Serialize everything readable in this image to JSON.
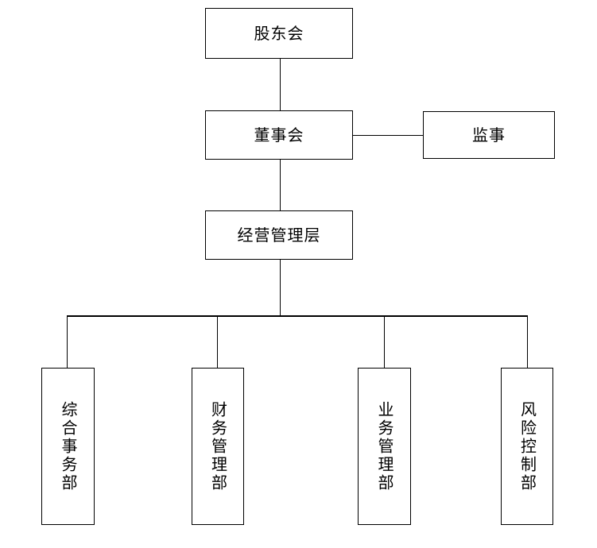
{
  "diagram": {
    "type": "organizational-chart",
    "title": "",
    "background_color": "#ffffff",
    "line_color": "#000000",
    "text_color": "#000000",
    "levels": [
      {
        "level": 1,
        "nodes": [
          {
            "id": "shareholders",
            "label": "股东会",
            "orientation": "horizontal"
          }
        ]
      },
      {
        "level": 2,
        "nodes": [
          {
            "id": "board",
            "label": "董事会",
            "orientation": "horizontal"
          },
          {
            "id": "supervisor",
            "label": "监事",
            "orientation": "horizontal"
          }
        ]
      },
      {
        "level": 3,
        "nodes": [
          {
            "id": "management",
            "label": "经营管理层",
            "orientation": "horizontal"
          }
        ]
      },
      {
        "level": 4,
        "nodes": [
          {
            "id": "dept-0",
            "label": "综合事务部",
            "orientation": "vertical"
          },
          {
            "id": "dept-1",
            "label": "财务管理部",
            "orientation": "vertical"
          },
          {
            "id": "dept-2",
            "label": "业务管理部",
            "orientation": "vertical"
          },
          {
            "id": "dept-3",
            "label": "风险控制部",
            "orientation": "vertical"
          }
        ]
      }
    ],
    "edges": [
      {
        "from": "shareholders",
        "to": "board",
        "style": "vertical-line"
      },
      {
        "from": "board",
        "to": "supervisor",
        "style": "horizontal-line"
      },
      {
        "from": "board",
        "to": "management",
        "style": "vertical-line"
      },
      {
        "from": "management",
        "to": "dept-0",
        "style": "bus-drop"
      },
      {
        "from": "management",
        "to": "dept-1",
        "style": "bus-drop"
      },
      {
        "from": "management",
        "to": "dept-2",
        "style": "bus-drop"
      },
      {
        "from": "management",
        "to": "dept-3",
        "style": "bus-drop"
      }
    ]
  }
}
